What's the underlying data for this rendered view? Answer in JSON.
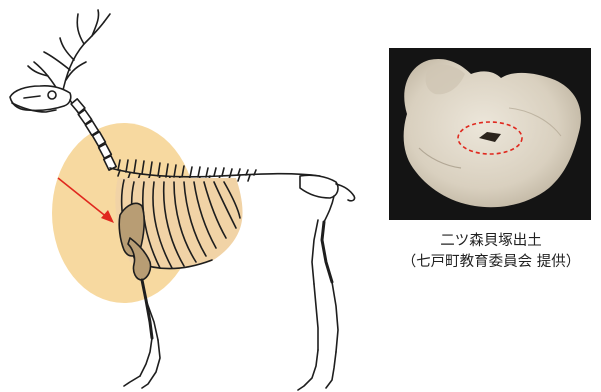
{
  "caption": {
    "line1": "二ツ森貝塚出土",
    "line2": "（七戸町教育委員会 提供）"
  },
  "colors": {
    "highlight": "#f7d9a0",
    "rib_fill": "#f1d3a6",
    "bone_stroke": "#1e1e1e",
    "injured_bone": "#b89d74",
    "arrow": "#e0281e",
    "photo_background": "#141414",
    "bone_photo": "#ddd5c6",
    "marker_circle": "#e0281e"
  },
  "icons": {
    "skeleton": "deer-skeleton-illustration",
    "arrow": "arrow-icon",
    "marker": "dashed-circle-marker"
  }
}
